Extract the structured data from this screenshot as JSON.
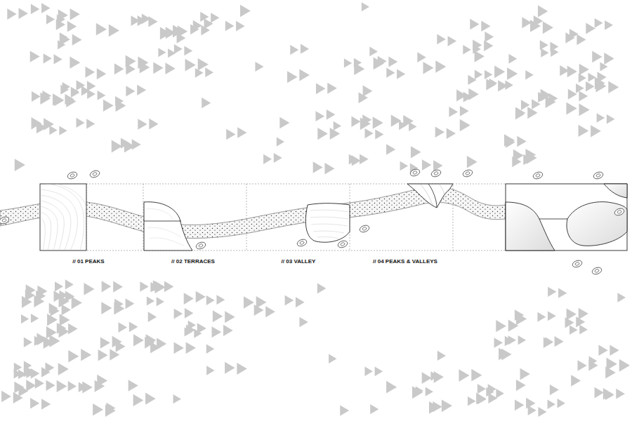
{
  "diagram": {
    "labels": [
      "// 01 PEAKS",
      "// 02 TERRACES",
      "// 03 VALLEY",
      "// 04 PEAKS & VALLEYS"
    ]
  }
}
